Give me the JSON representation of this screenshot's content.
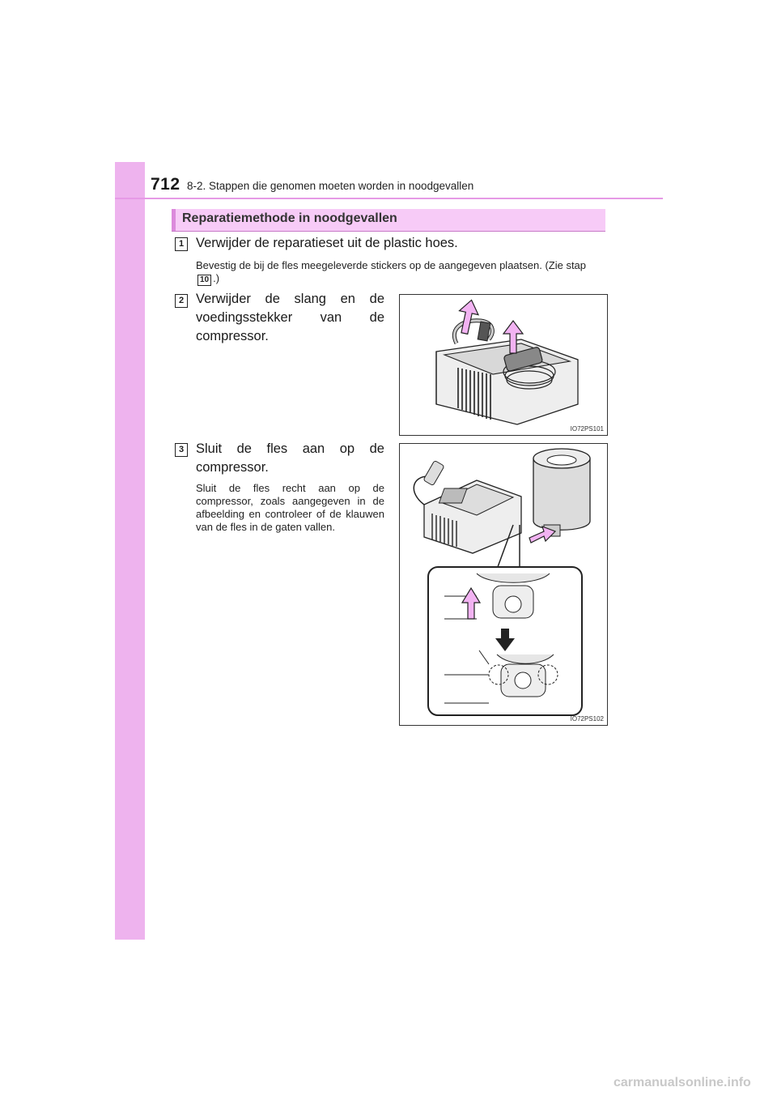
{
  "header": {
    "page_number": "712",
    "title": "8-2. Stappen die genomen moeten worden in noodgevallen"
  },
  "section": {
    "title": "Reparatiemethode in noodgevallen"
  },
  "steps": [
    {
      "number": "1",
      "text": "Verwijder de reparatieset uit de plastic hoes.",
      "note_before_ref": "Bevestig de bij de fles meegeleverde stickers op de aangegeven plaatsen. (Zie stap",
      "note_ref": "10",
      "note_after_ref": ".)"
    },
    {
      "number": "2",
      "text": "Verwijder de slang en de voedingsstekker van de compressor.",
      "figure_code": "IO72PS101"
    },
    {
      "number": "3",
      "text": "Sluit de fles aan op de compressor.",
      "note": "Sluit de fles recht aan op de compressor, zoals aangegeven in de afbeelding en controleer of de klauwen van de fles in de gaten vallen.",
      "figure_code": "IO72PS102"
    }
  ],
  "watermark": "carmanualsonline.info",
  "colors": {
    "sidebar": "#eeb3ee",
    "banner": "#f7cbf7",
    "arrow_pink": "#f2b3f2"
  }
}
